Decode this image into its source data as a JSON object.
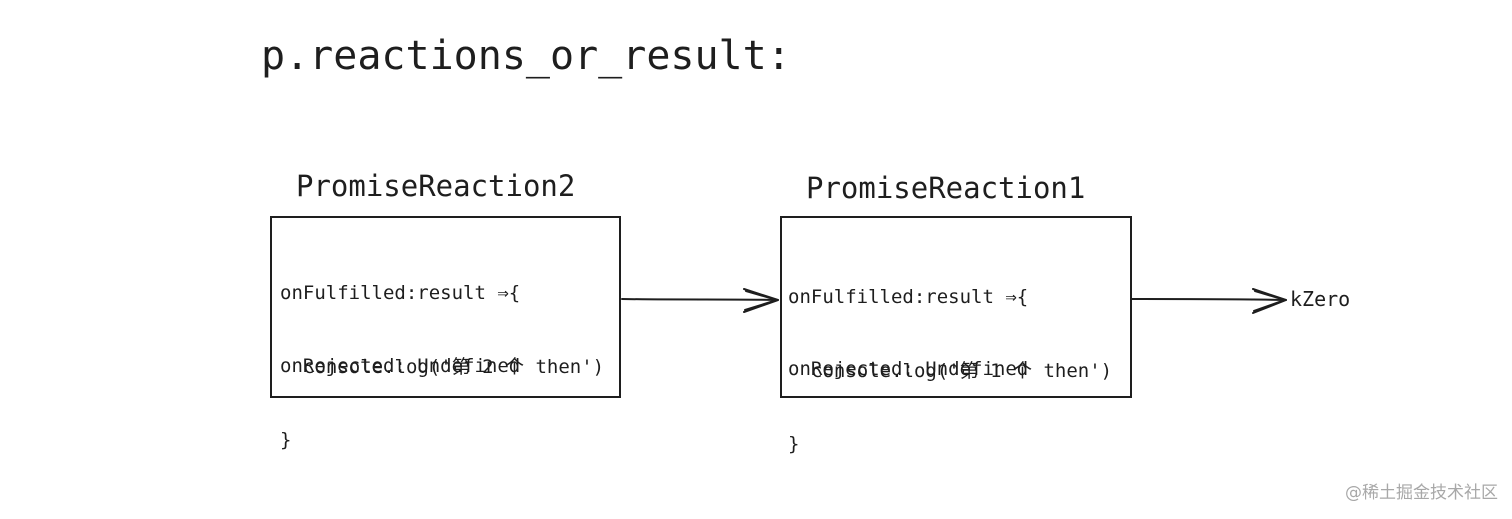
{
  "title": "p.reactions_or_result:",
  "nodes": [
    {
      "name": "PromiseReaction2",
      "fulfilled_line1": "onFulfilled:result ⇒{",
      "fulfilled_line2": "console.log('第 2 个 then')",
      "fulfilled_line3": "}",
      "rejected": "onRejected: Undefined"
    },
    {
      "name": "PromiseReaction1",
      "fulfilled_line1": "onFulfilled:result ⇒{",
      "fulfilled_line2": "console.log('第 1 个 then')",
      "fulfilled_line3": "}",
      "rejected": "onRejected: Undefined"
    }
  ],
  "terminal": "kZero",
  "watermark": "@稀土掘金技术社区",
  "colors": {
    "stroke": "#1e1e1e",
    "background": "#ffffff",
    "watermark": "#a8a8a8"
  }
}
